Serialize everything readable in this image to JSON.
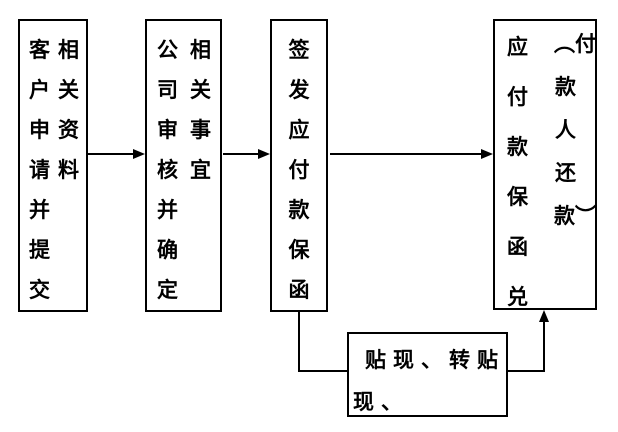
{
  "diagram": {
    "type": "flowchart",
    "background_color": "#ffffff",
    "line_color": "#000000",
    "boxes": [
      {
        "name": "customer-application",
        "text": "客户申请并提交相关资料",
        "columns": [
          "客户申请并提交",
          "相关资料"
        ]
      },
      {
        "name": "company-review",
        "text": "公司审核并确定相关事宜",
        "columns": [
          "公司审核并确定",
          "相关事宜"
        ]
      },
      {
        "name": "issue-payment-guarantee",
        "text": "签发应付款保函",
        "columns": [
          "签发应付款保函"
        ]
      },
      {
        "name": "guarantee-honoring",
        "text": "应付款保函兑（付款人还款）",
        "columns": [
          "应付款保函兑",
          "︵付款人还款︶"
        ]
      },
      {
        "name": "discount",
        "text": "贴现、转贴现、"
      }
    ],
    "connections": [
      {
        "from": "customer-application",
        "to": "company-review",
        "style": "arrow-right"
      },
      {
        "from": "company-review",
        "to": "issue-payment-guarantee",
        "style": "arrow-right"
      },
      {
        "from": "issue-payment-guarantee",
        "to": "guarantee-honoring",
        "style": "arrow-right"
      },
      {
        "from": "issue-payment-guarantee",
        "to": "discount",
        "style": "elbow-line-down"
      },
      {
        "from": "discount",
        "to": "guarantee-honoring",
        "style": "elbow-arrow-up"
      }
    ]
  }
}
